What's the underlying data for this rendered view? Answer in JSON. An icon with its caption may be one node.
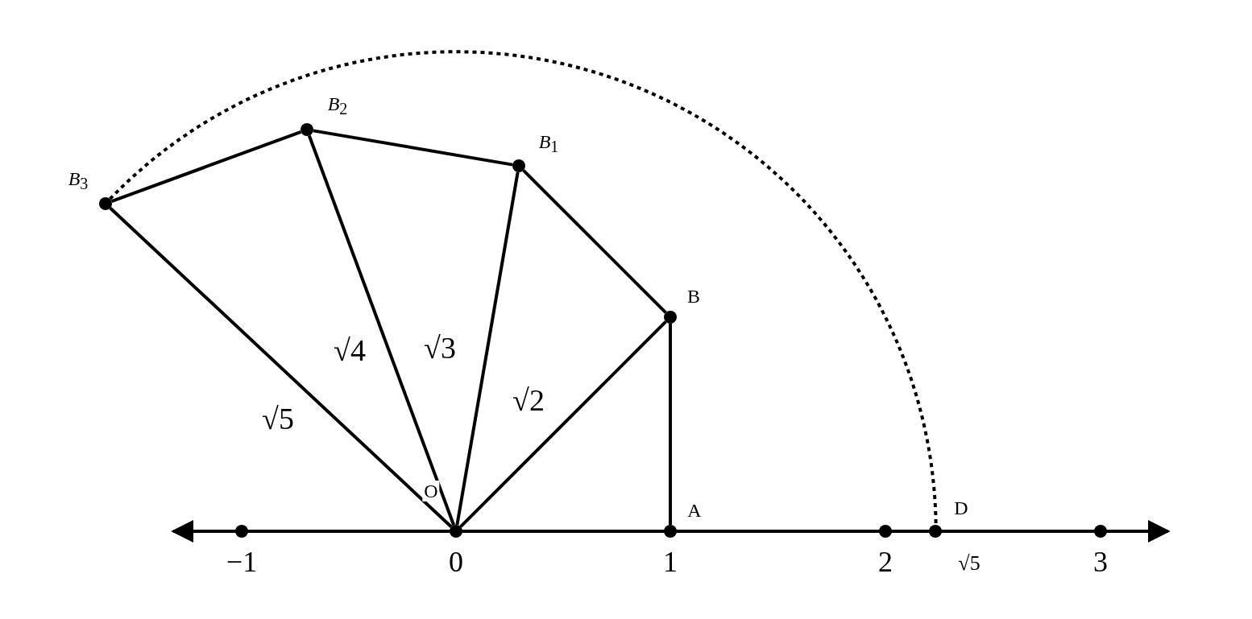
{
  "diagram": {
    "nodes": [
      {
        "text": [
          "*B*$_{2}$"
        ]
      },
      {
        "text": [
          "*B*$_{1}$"
        ]
      },
      {
        "text": [
          "*B*$_{3}$"
        ]
      },
      {
        "text": [
          "B"
        ]
      },
      {
        "text": [
          "O"
        ]
      },
      {
        "text": [
          "A"
        ]
      },
      {
        "text": [
          "D"
        ]
      }
    ],
    "edges": [
      {
        "from": 5,
        "to": 3,
        "arrow": "none"
      },
      {
        "from": 4,
        "to": 3,
        "arrow": "none",
        "label": "√2"
      },
      {
        "from": 3,
        "to": 1,
        "arrow": "none"
      },
      {
        "from": 4,
        "to": 1,
        "arrow": "none",
        "label": "√3"
      },
      {
        "from": 1,
        "to": 0,
        "arrow": "none"
      },
      {
        "from": 4,
        "to": 0,
        "arrow": "none",
        "label": "√4"
      },
      {
        "from": 0,
        "to": 2,
        "arrow": "none"
      },
      {
        "from": 4,
        "to": 2,
        "arrow": "none",
        "label": "√5"
      },
      {
        "from": 2,
        "to": 6,
        "arrow": "none",
        "style": "dashed"
      }
    ],
    "labels": [
      "−1",
      "0",
      "1",
      "2",
      "√5",
      "3"
    ]
  }
}
